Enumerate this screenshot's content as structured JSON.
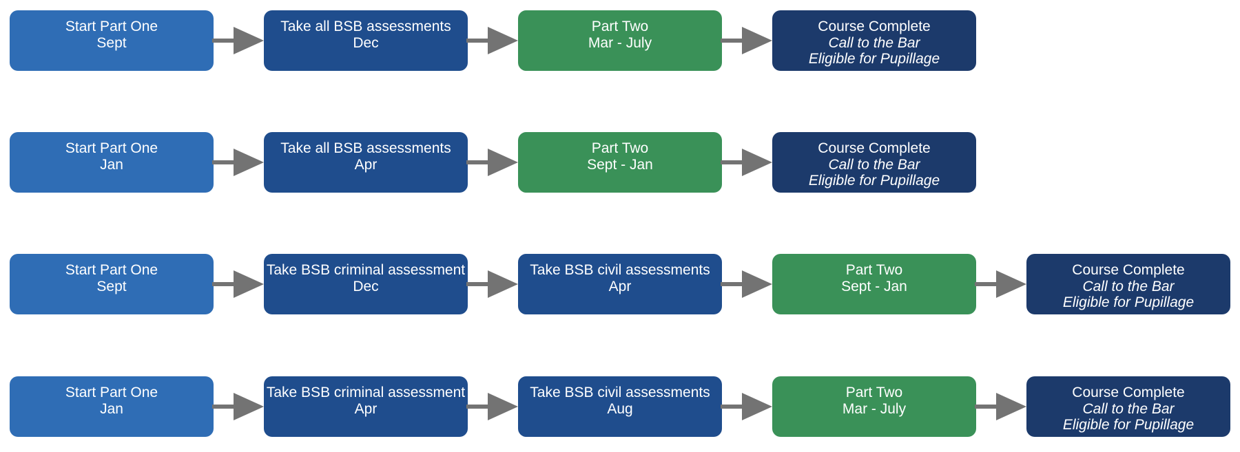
{
  "colors": {
    "start": "#2f6db5",
    "assessment": "#1f4d8d",
    "part_two": "#3a9158",
    "complete": "#1c3a6b",
    "arrow": "#737373"
  },
  "rows": [
    {
      "nodes": [
        {
          "kind": "start",
          "lines": [
            {
              "text": "Start Part One"
            },
            {
              "text": "Sept"
            }
          ]
        },
        {
          "kind": "assessment",
          "lines": [
            {
              "text": "Take all BSB assessments"
            },
            {
              "text": "Dec"
            }
          ]
        },
        {
          "kind": "part_two",
          "lines": [
            {
              "text": "Part Two"
            },
            {
              "text": "Mar - July"
            }
          ]
        },
        {
          "kind": "complete",
          "lines": [
            {
              "text": "Course Complete"
            },
            {
              "text": "Call to the Bar",
              "italic": true
            },
            {
              "text": "Eligible for Pupillage",
              "italic": true
            }
          ]
        }
      ]
    },
    {
      "nodes": [
        {
          "kind": "start",
          "lines": [
            {
              "text": "Start Part One"
            },
            {
              "text": "Jan"
            }
          ]
        },
        {
          "kind": "assessment",
          "lines": [
            {
              "text": "Take all BSB assessments"
            },
            {
              "text": "Apr"
            }
          ]
        },
        {
          "kind": "part_two",
          "lines": [
            {
              "text": "Part Two"
            },
            {
              "text": "Sept - Jan"
            }
          ]
        },
        {
          "kind": "complete",
          "lines": [
            {
              "text": "Course Complete"
            },
            {
              "text": "Call to the Bar",
              "italic": true
            },
            {
              "text": "Eligible for Pupillage",
              "italic": true
            }
          ]
        }
      ]
    },
    {
      "nodes": [
        {
          "kind": "start",
          "lines": [
            {
              "text": "Start Part One"
            },
            {
              "text": "Sept"
            }
          ]
        },
        {
          "kind": "assessment",
          "lines": [
            {
              "text": "Take BSB criminal assessment"
            },
            {
              "text": "Dec"
            }
          ]
        },
        {
          "kind": "assessment",
          "lines": [
            {
              "text": "Take BSB civil assessments"
            },
            {
              "text": "Apr"
            }
          ]
        },
        {
          "kind": "part_two",
          "lines": [
            {
              "text": "Part Two"
            },
            {
              "text": "Sept - Jan"
            }
          ]
        },
        {
          "kind": "complete",
          "lines": [
            {
              "text": "Course Complete"
            },
            {
              "text": "Call to the Bar",
              "italic": true
            },
            {
              "text": "Eligible for Pupillage",
              "italic": true
            }
          ]
        }
      ]
    },
    {
      "nodes": [
        {
          "kind": "start",
          "lines": [
            {
              "text": "Start Part One"
            },
            {
              "text": "Jan"
            }
          ]
        },
        {
          "kind": "assessment",
          "lines": [
            {
              "text": "Take BSB criminal assessment"
            },
            {
              "text": "Apr"
            }
          ]
        },
        {
          "kind": "assessment",
          "lines": [
            {
              "text": "Take BSB civil assessments"
            },
            {
              "text": "Aug"
            }
          ]
        },
        {
          "kind": "part_two",
          "lines": [
            {
              "text": "Part Two"
            },
            {
              "text": "Mar - July"
            }
          ]
        },
        {
          "kind": "complete",
          "lines": [
            {
              "text": "Course Complete"
            },
            {
              "text": "Call to the Bar",
              "italic": true
            },
            {
              "text": "Eligible for Pupillage",
              "italic": true
            }
          ]
        }
      ]
    }
  ]
}
